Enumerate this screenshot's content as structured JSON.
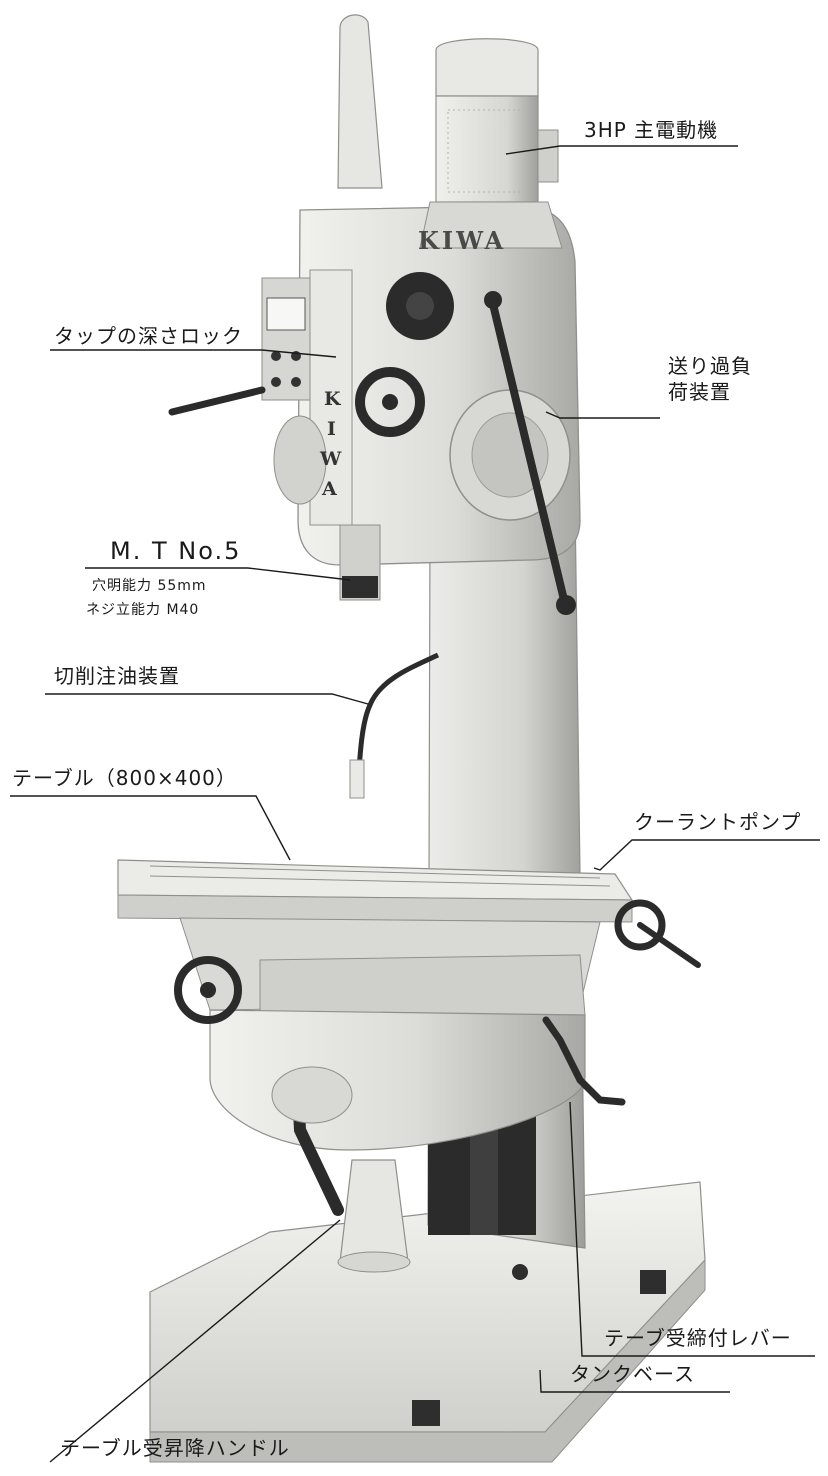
{
  "brand": {
    "head_logo": "KIWA",
    "panel_logo": [
      "K",
      "I",
      "W",
      "A"
    ]
  },
  "labels": {
    "motor": "3HP 主電動機",
    "tap_depth_lock": "タップの深さロック",
    "feed_overload": [
      "送り過負",
      "荷装置"
    ],
    "spindle_taper": "M. T No.5",
    "drill_capacity": "穴明能力 55mm",
    "tap_capacity": "ネジ立能力 M40",
    "coolant_device": "切削注油装置",
    "table": "テーブル（800×400）",
    "coolant_pump": "クーラントポンプ",
    "taper_clamp_lever": "テーブ受締付レバー",
    "tank_base": "タンクベース",
    "table_lift_handle": "テーブル受昇降ハンドル"
  },
  "colors": {
    "machine_body": "#e3e3e0",
    "machine_shadow": "#a9a9a6",
    "dark_parts": "#2a2a2a",
    "leader_line": "#1a1a1a"
  }
}
